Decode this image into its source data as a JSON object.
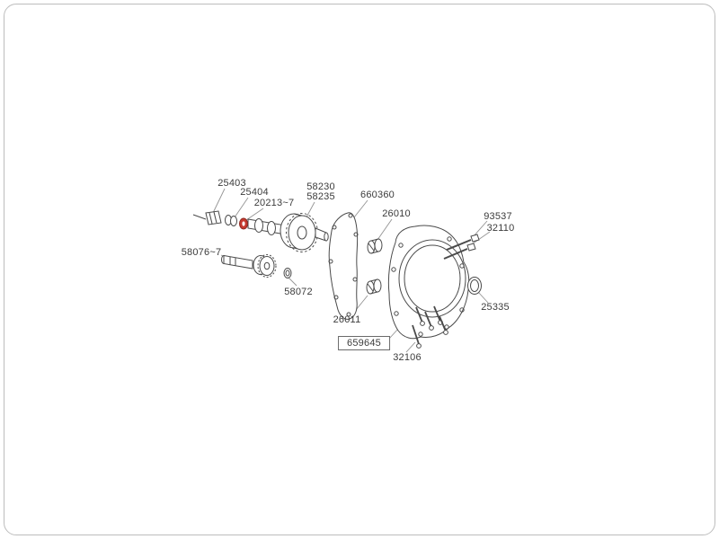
{
  "diagram": {
    "labels": [
      {
        "part": "25403"
      },
      {
        "part": "25404"
      },
      {
        "part": "20213~7"
      },
      {
        "part": "58230"
      },
      {
        "part": "58235"
      },
      {
        "part": "660360"
      },
      {
        "part": "26010"
      },
      {
        "part": "93537"
      },
      {
        "part": "32110"
      },
      {
        "part": "58076~7"
      },
      {
        "part": "58072"
      },
      {
        "part": "26011"
      },
      {
        "part": "659645"
      },
      {
        "part": "32106"
      },
      {
        "part": "25335"
      }
    ],
    "highlighted_part": "20213~7",
    "boxed_part": "659645",
    "colors": {
      "background": "#ffffff",
      "frame_border": "#bdbdbd",
      "line": "#4a4a4a",
      "leader_line": "#949494",
      "label_text": "#3b3b3b",
      "highlight": "#c63a2f"
    }
  }
}
